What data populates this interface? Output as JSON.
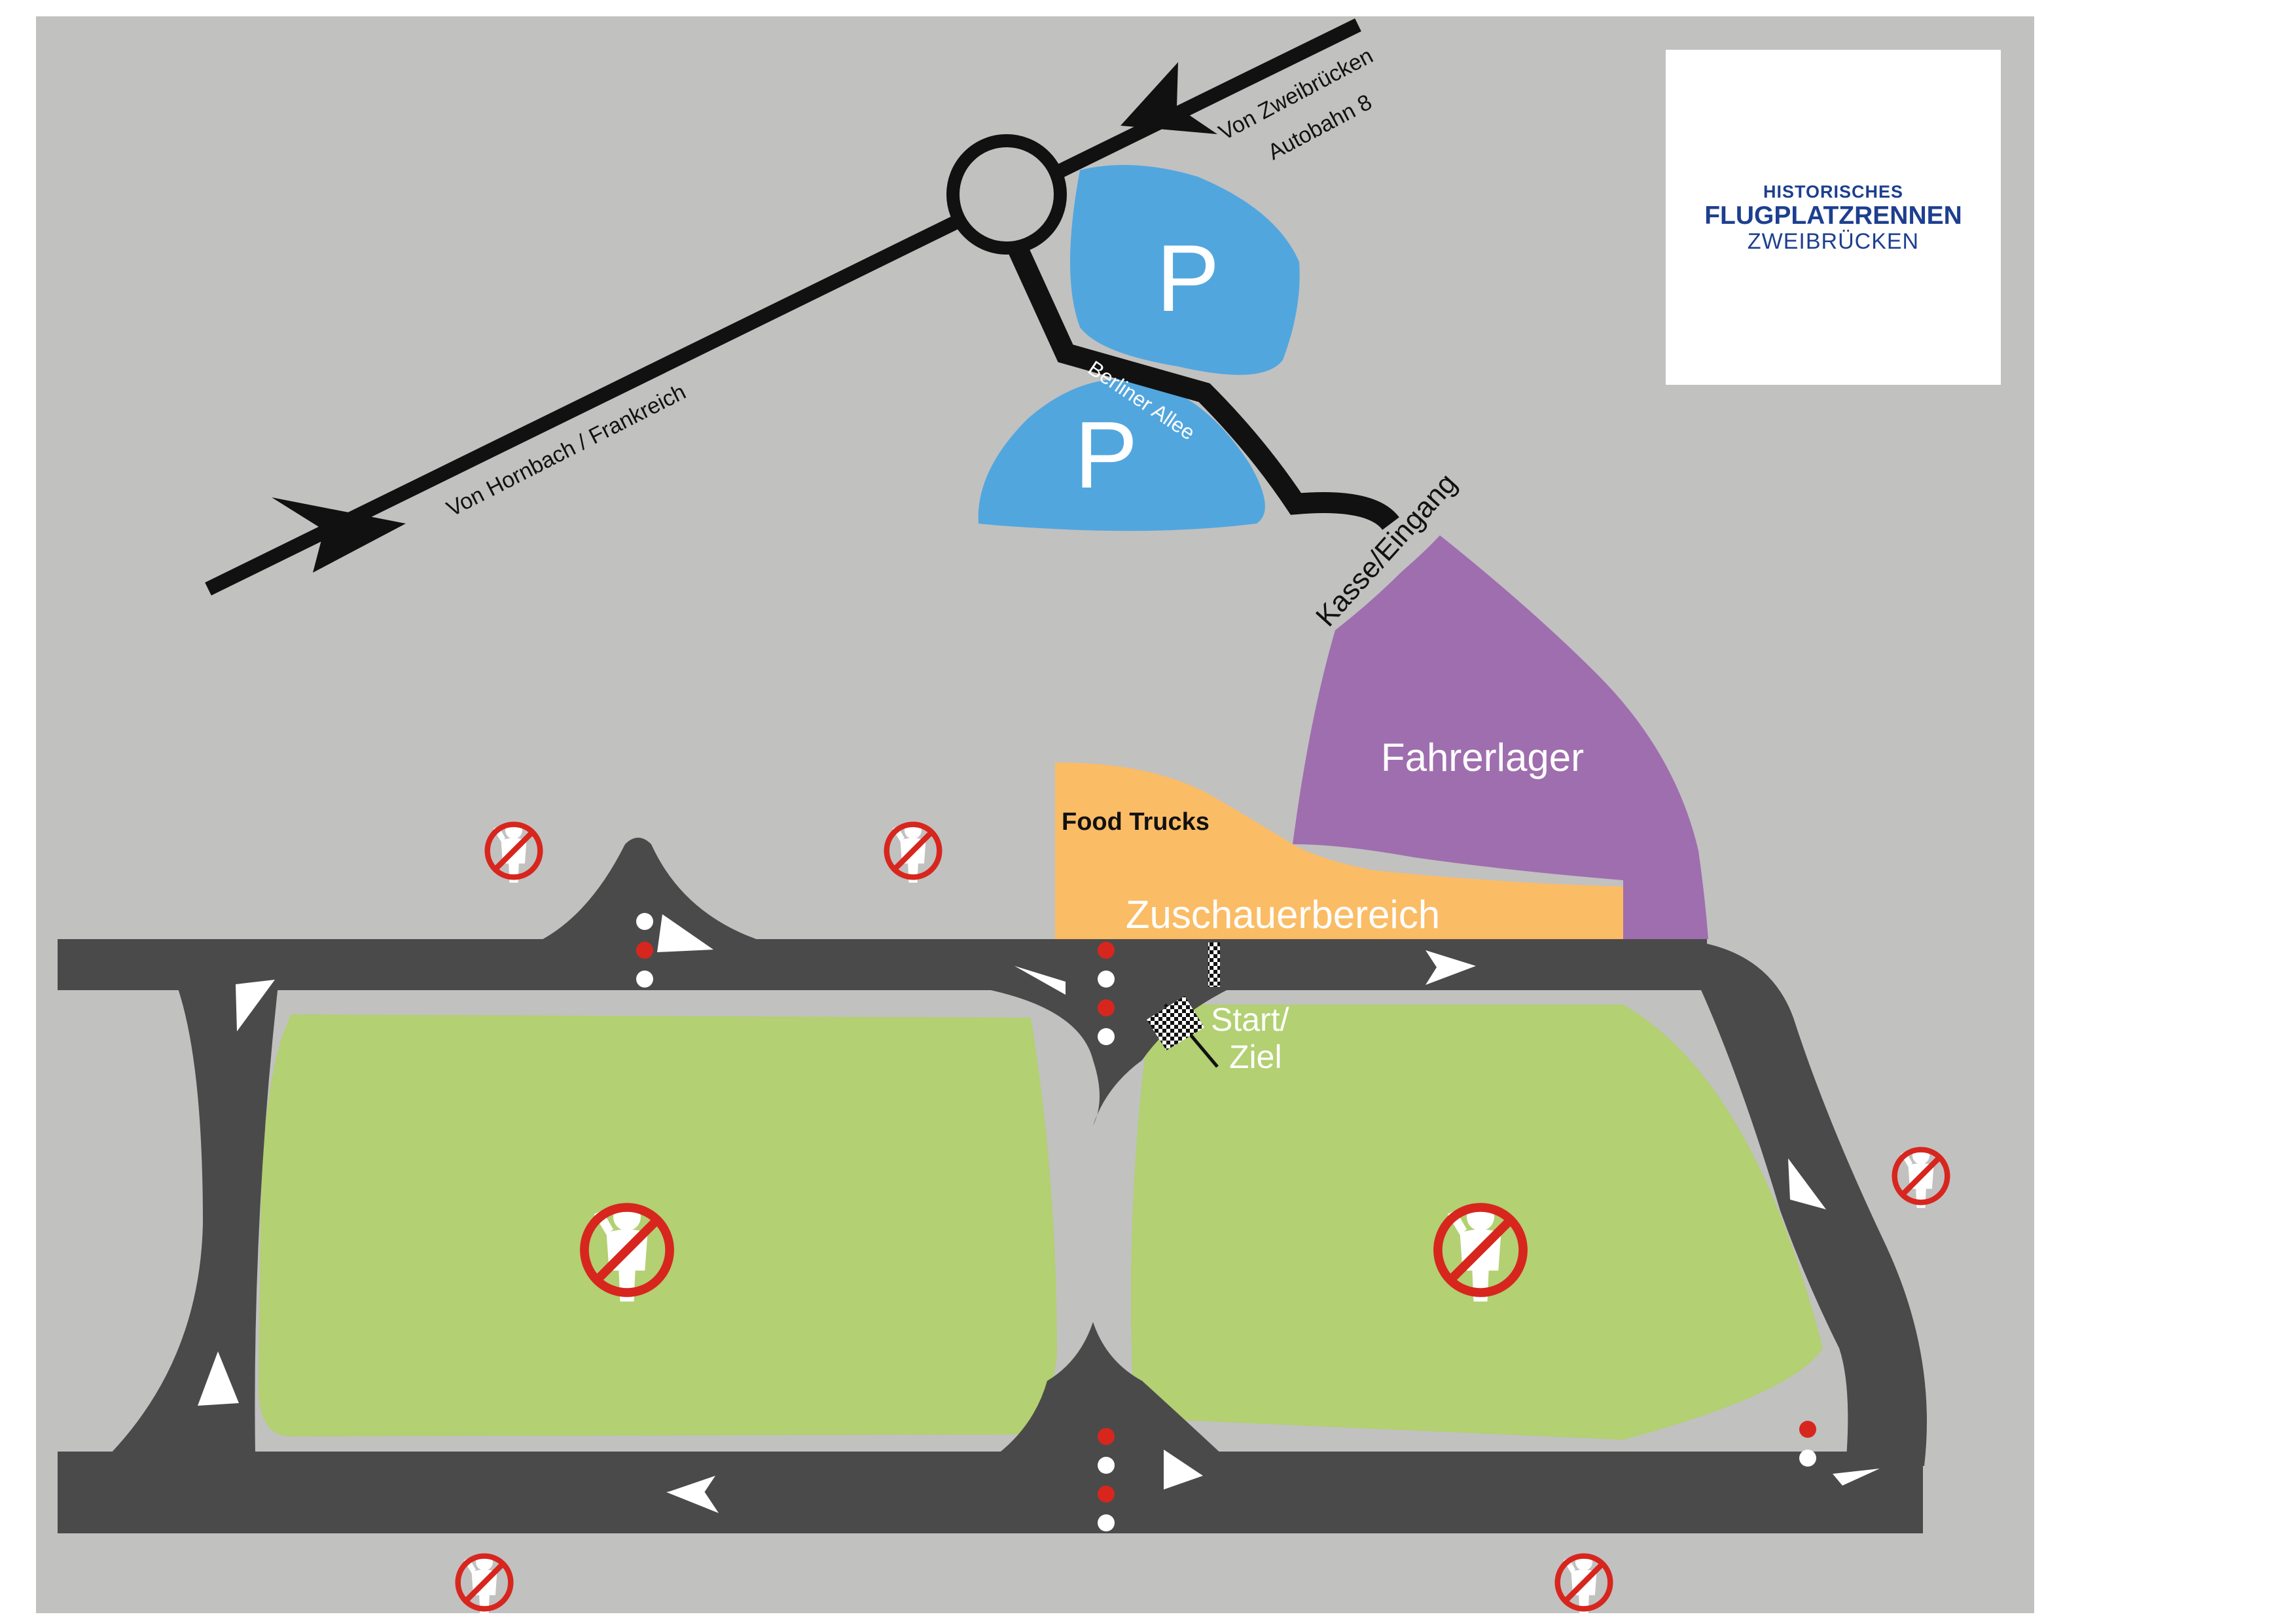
{
  "map": {
    "labels": {
      "from_zweibruecken": "Von Zweibrücken",
      "autobahn": "Autobahn 8",
      "from_hornbach": "Von Hornbach / Frankreich",
      "berliner_allee": "Berliner Allee",
      "kasse": "Kasse/Eingang",
      "parking": "P",
      "fahrerlager": "Fahrerlager",
      "food_trucks": "Food Trucks",
      "zuschauer": "Zuschauerbereich",
      "start_1": "Start/",
      "start_2": "Ziel"
    },
    "colors": {
      "background": "#c1c1c0",
      "road": "#4a4a4a",
      "grass": "#b3d072",
      "parking": "#52a6de",
      "fahrerlager": "#9f6eae",
      "food": "#fbbc66",
      "no_entry": "#d7261e",
      "logo_text": "#1d3f8f"
    }
  },
  "logo": {
    "line1": "HISTORISCHES",
    "line2": "FLUGPLATZRENNEN",
    "line3": "ZWEIBRÜCKEN"
  }
}
